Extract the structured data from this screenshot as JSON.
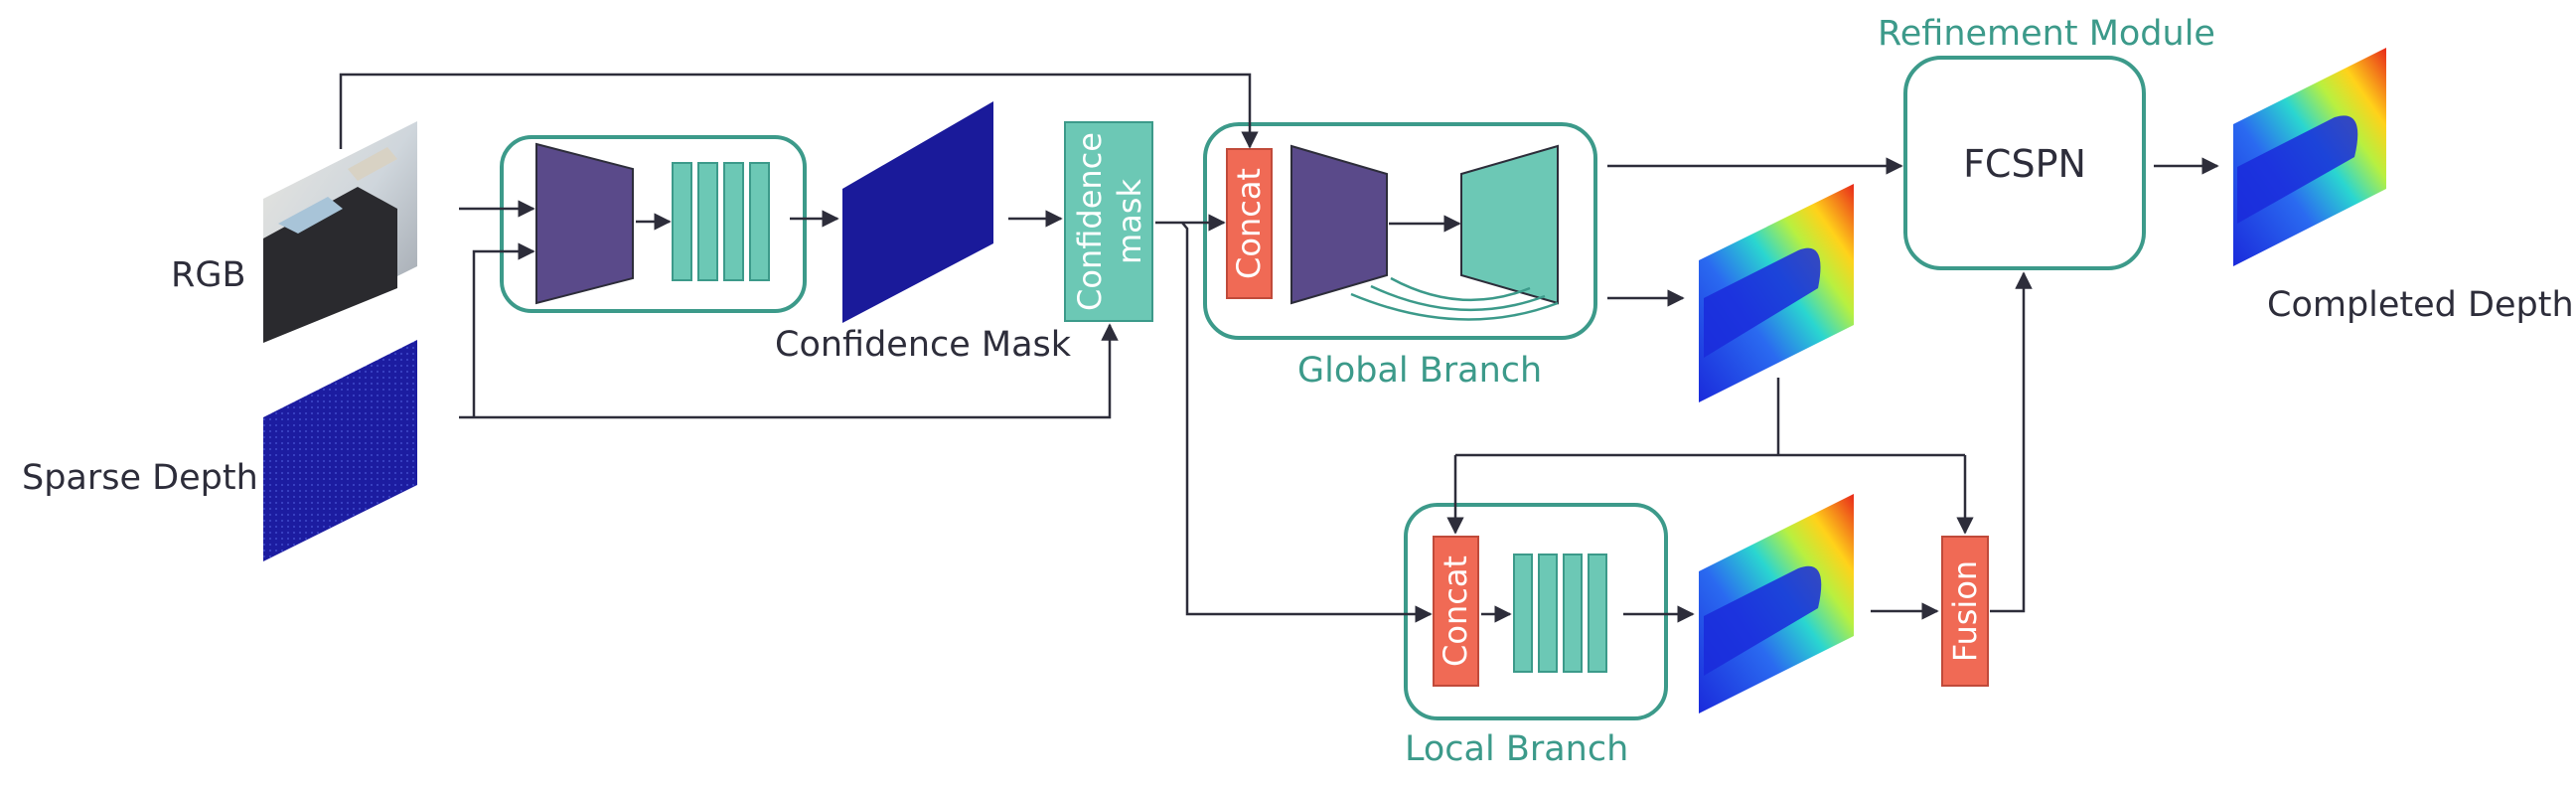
{
  "labels": {
    "rgb": "RGB",
    "sparse_depth": "Sparse Depth",
    "confidence_mask": "Confidence Mask",
    "confidence_mask_block": [
      "Confidence",
      "mask"
    ],
    "concat": "Concat",
    "fusion": "Fusion",
    "global_branch": "Global Branch",
    "local_branch": "Local Branch",
    "refinement_module": "Refinement Module",
    "fcspn": "FCSPN",
    "completed_depth": "Completed Depth"
  },
  "colors": {
    "teal_border": "#3c9a8a",
    "teal_fill": "#6cc8b5",
    "purple": "#5a4a8a",
    "coral": "#f06a55",
    "navy": "#1a1a9a",
    "arrow": "#2d2d3a"
  }
}
